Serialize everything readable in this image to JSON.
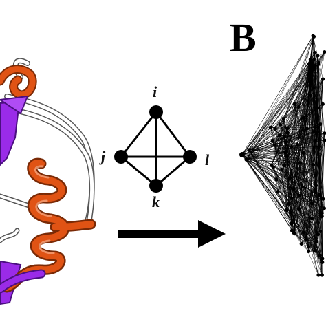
{
  "panel_label": "B",
  "graph": {
    "nodes": [
      {
        "id": "i",
        "label": "i"
      },
      {
        "id": "j",
        "label": "j"
      },
      {
        "id": "l",
        "label": "l"
      },
      {
        "id": "k",
        "label": "k"
      }
    ],
    "edges": [
      [
        "i",
        "j"
      ],
      [
        "i",
        "l"
      ],
      [
        "i",
        "k"
      ],
      [
        "j",
        "l"
      ],
      [
        "j",
        "k"
      ],
      [
        "l",
        "k"
      ]
    ]
  },
  "colors": {
    "helix": "#e05314",
    "strand": "#9a2be8",
    "coil": "#ffffff",
    "ink": "#000000"
  },
  "icons": [
    "protein-structure-image",
    "network-graph-image",
    "right-arrow-icon"
  ]
}
